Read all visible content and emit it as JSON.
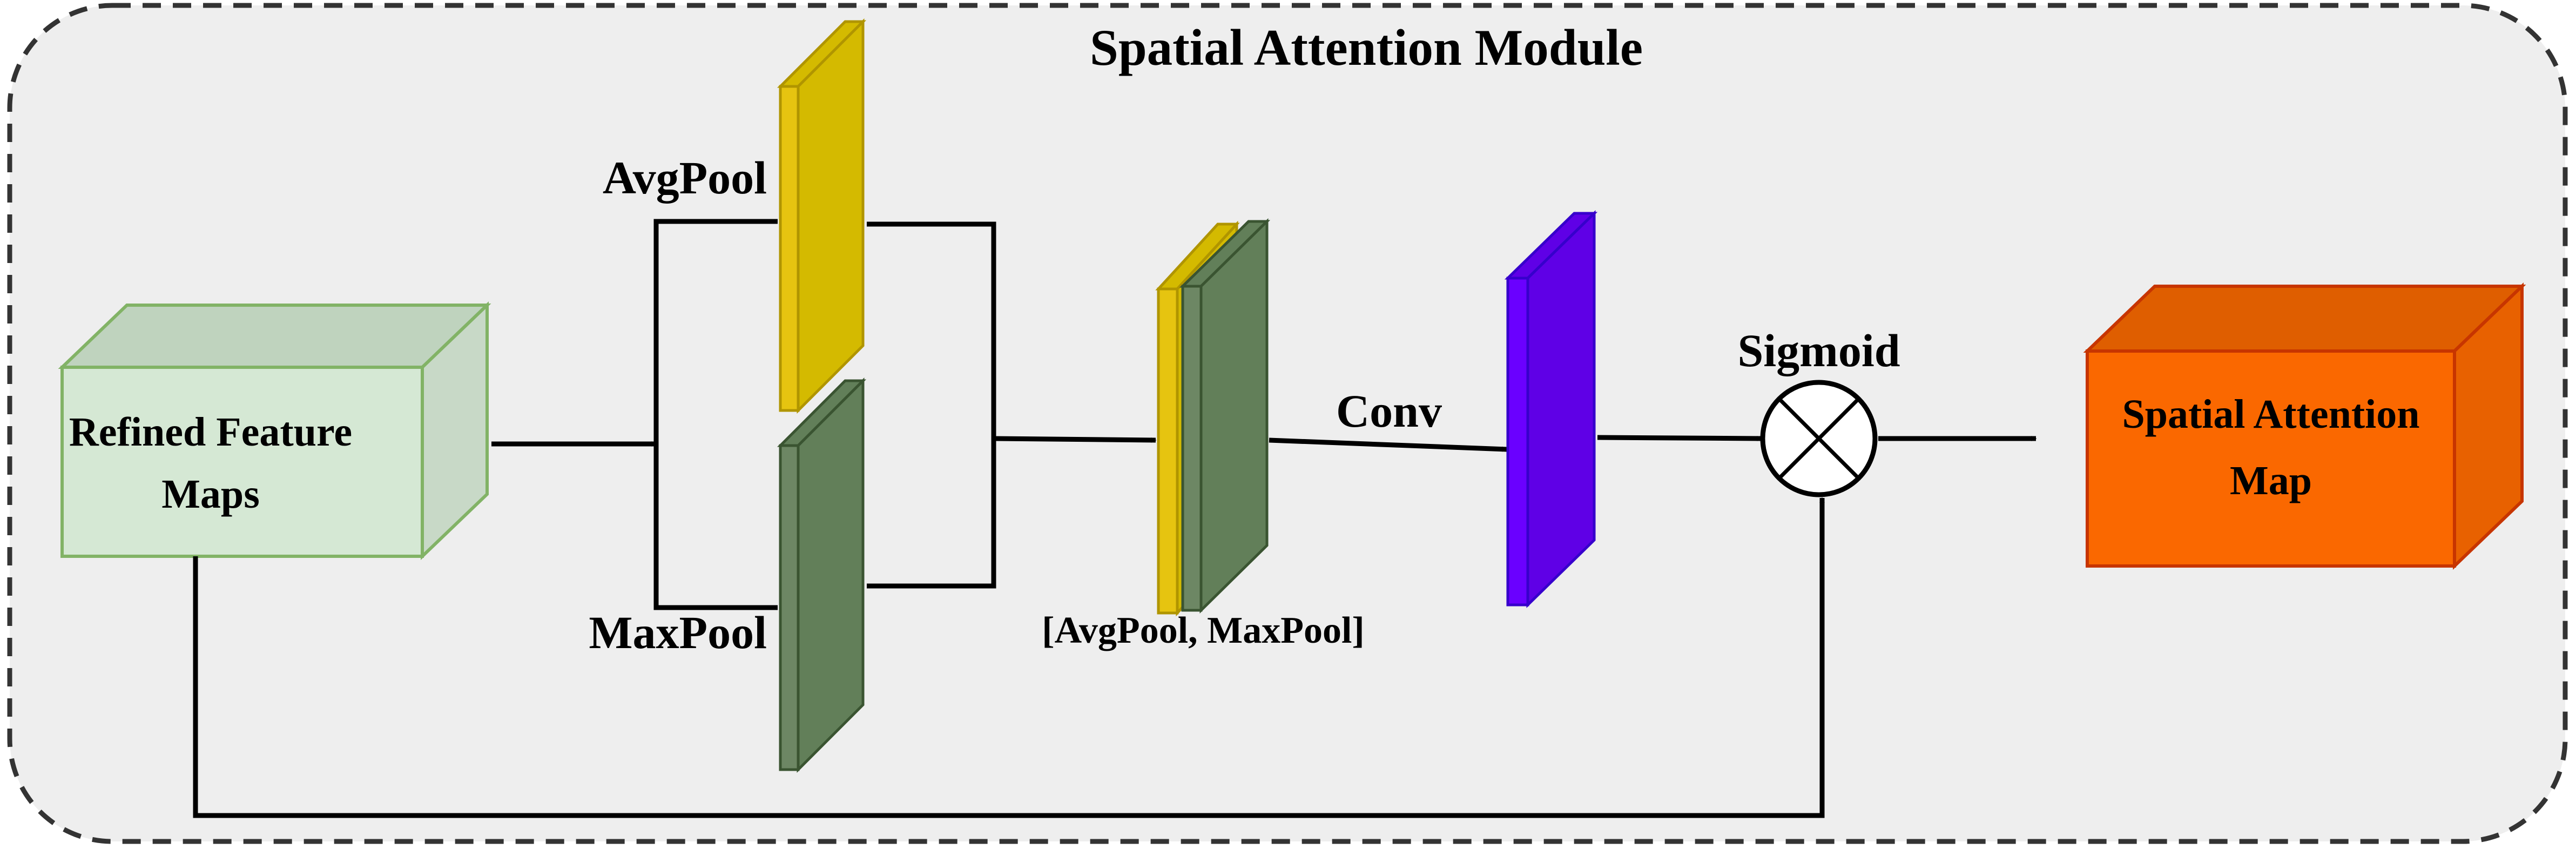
{
  "title": "Spatial Attention Module",
  "labels": {
    "input_line1": "Refined Feature",
    "input_line2": "Maps",
    "avgpool": "AvgPool",
    "maxpool": "MaxPool",
    "concat": "[AvgPool, MaxPool]",
    "conv": "Conv",
    "sigmoid": "Sigmoid",
    "output_line1": "Spatial Attention",
    "output_line2": "Map"
  },
  "colors": {
    "panel_bg": "#eeeeee",
    "panel_border": "#333333",
    "input_front": "#d5e8d4",
    "input_side": "#c8d9c7",
    "input_top": "#bfd3be",
    "input_stroke": "#82b366",
    "avg_front": "#e6c410",
    "avg_side": "#d4ba00",
    "avg_stroke": "#b09500",
    "max_front": "#6d8764",
    "max_side": "#627f59",
    "max_stroke": "#3a5431",
    "conv_front": "#6a00ff",
    "conv_side": "#5f00e6",
    "conv_stroke": "#3700cc",
    "out_front": "#fa6800",
    "out_side": "#e86100",
    "out_top": "#df5e00",
    "out_stroke": "#c73500",
    "line": "#000000"
  },
  "icons": {
    "sigmoid": "multiply-circle-icon",
    "arrow": "arrow-head-icon"
  }
}
